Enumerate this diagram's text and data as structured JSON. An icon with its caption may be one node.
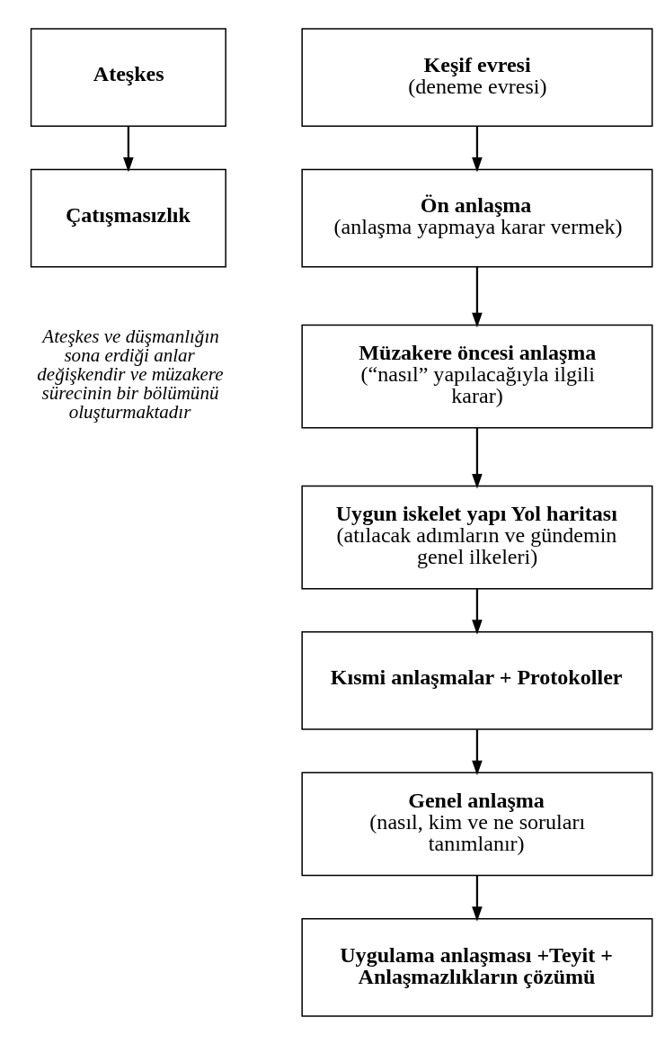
{
  "diagram": {
    "nodes": [
      {
        "text": [
          "Ateşkes"
        ]
      },
      {
        "text": [
          "Çatışmasızlık"
        ]
      },
      {
        "text": [
          "Keşif evresi",
          "(deneme evresi)"
        ]
      },
      {
        "text": [
          "Ön anlaşma",
          "(anlaşma yapmaya karar vermek)"
        ]
      },
      {
        "text": [
          "Müzakere öncesi anlaşma",
          "(“nasıl” yapılacağıyla ilgili karar)"
        ]
      },
      {
        "text": [
          "Uygun iskelet yapı Yol haritası",
          "(atılacak adımların ve gündemin genel ilkeleri)"
        ]
      },
      {
        "text": [
          "Kısmi anlaşmalar + Protokoller"
        ]
      },
      {
        "text": [
          "Genel anlaşma",
          "(nasıl, kim ve ne soruları tanımlanır)"
        ]
      },
      {
        "text": [
          "Uygulama anlaşması +Teyit + Anlaşmazlıkların çözümü"
        ]
      }
    ],
    "edges": [
      {
        "from": 0,
        "to": 1,
        "arrow": "to"
      },
      {
        "from": 2,
        "to": 3,
        "arrow": "to"
      },
      {
        "from": 3,
        "to": 4,
        "arrow": "to"
      },
      {
        "from": 4,
        "to": 5,
        "arrow": "to"
      },
      {
        "from": 5,
        "to": 6,
        "arrow": "to"
      },
      {
        "from": 6,
        "to": 7,
        "arrow": "to"
      },
      {
        "from": 7,
        "to": 8,
        "arrow": "to"
      }
    ],
    "labels": [
      "Ateşkes ve düşmanlığın sona erdiği anlar değişkendir ve müzakere sürecinin bir bölümünü oluşturmaktadır"
    ]
  }
}
